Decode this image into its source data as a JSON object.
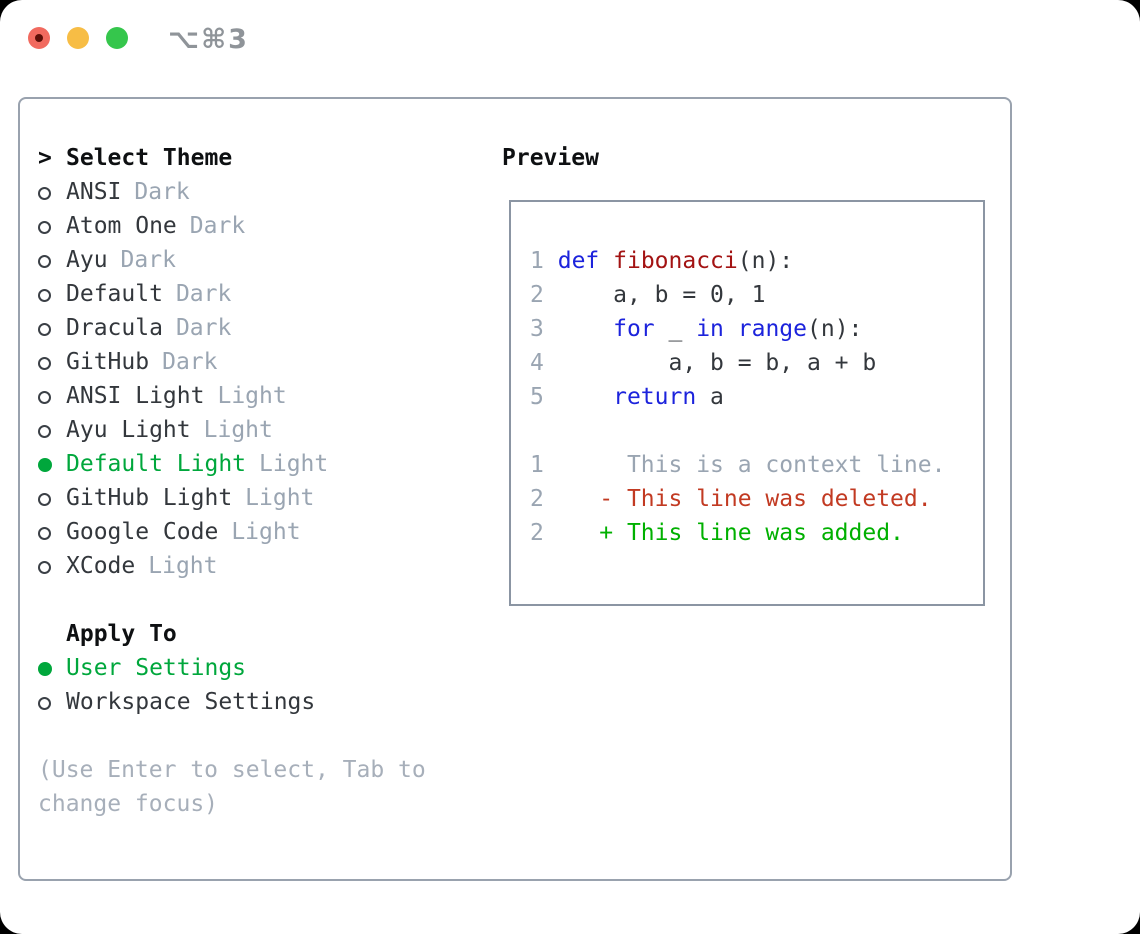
{
  "colors": {
    "accent_green": "#00a73c",
    "keyword_blue": "#1c23dc",
    "function_red": "#a31313",
    "deleted_red": "#c23a22",
    "added_green": "#00b000",
    "muted_gray": "#9aa5b2",
    "hint_gray": "#a7afba",
    "text_dark": "#33373c",
    "heading_black": "#0e1012",
    "border_gray": "#99a2ae",
    "box_border_gray": "#8b95a3",
    "titlebar_gray": "#8f9499",
    "traffic_red": "#f16a5f",
    "traffic_red_dot": "#5c0f08",
    "traffic_yellow": "#f7bd45",
    "traffic_green": "#35c64c"
  },
  "window": {
    "shortcut_label": "⌥⌘3"
  },
  "theme_picker": {
    "title_marker": ">",
    "title": "Select Theme",
    "items": [
      {
        "label": "ANSI",
        "tag": "Dark",
        "selected": false
      },
      {
        "label": "Atom One",
        "tag": "Dark",
        "selected": false
      },
      {
        "label": "Ayu",
        "tag": "Dark",
        "selected": false
      },
      {
        "label": "Default",
        "tag": "Dark",
        "selected": false
      },
      {
        "label": "Dracula",
        "tag": "Dark",
        "selected": false
      },
      {
        "label": "GitHub",
        "tag": "Dark",
        "selected": false
      },
      {
        "label": "ANSI Light",
        "tag": "Light",
        "selected": false
      },
      {
        "label": "Ayu Light",
        "tag": "Light",
        "selected": false
      },
      {
        "label": "Default Light",
        "tag": "Light",
        "selected": true
      },
      {
        "label": "GitHub Light",
        "tag": "Light",
        "selected": false
      },
      {
        "label": "Google Code",
        "tag": "Light",
        "selected": false
      },
      {
        "label": "XCode",
        "tag": "Light",
        "selected": false
      }
    ]
  },
  "apply_to": {
    "title": "Apply To",
    "options": [
      {
        "label": "User Settings",
        "selected": true
      },
      {
        "label": "Workspace Settings",
        "selected": false
      }
    ]
  },
  "hint": {
    "text": "(Use Enter to select, Tab to\nchange focus)"
  },
  "preview": {
    "title": "Preview",
    "lines": [
      {
        "num": "1",
        "tokens": [
          [
            "kw",
            "def"
          ],
          [
            "pltok",
            " "
          ],
          [
            "fn",
            "fibonacci"
          ],
          [
            "pltok",
            "(n):"
          ]
        ]
      },
      {
        "num": "2",
        "tokens": [
          [
            "pltok",
            "    a, b = 0, 1"
          ]
        ]
      },
      {
        "num": "3",
        "tokens": [
          [
            "pltok",
            "    "
          ],
          [
            "kw",
            "for"
          ],
          [
            "pltok",
            " _ "
          ],
          [
            "kw",
            "in"
          ],
          [
            "pltok",
            " "
          ],
          [
            "kw",
            "range"
          ],
          [
            "pltok",
            "(n):"
          ]
        ]
      },
      {
        "num": "4",
        "tokens": [
          [
            "pltok",
            "        a, b = b, a + b"
          ]
        ]
      },
      {
        "num": "5",
        "tokens": [
          [
            "pltok",
            "    "
          ],
          [
            "kw",
            "return"
          ],
          [
            "pltok",
            " a"
          ]
        ]
      },
      {
        "num": "",
        "tokens": []
      },
      {
        "num": "1",
        "tokens": [
          [
            "ctx",
            "     This is a context line."
          ]
        ]
      },
      {
        "num": "2",
        "tokens": [
          [
            "del",
            "   - This line was deleted."
          ]
        ]
      },
      {
        "num": "2",
        "tokens": [
          [
            "add",
            "   + This line was added."
          ]
        ]
      }
    ]
  }
}
